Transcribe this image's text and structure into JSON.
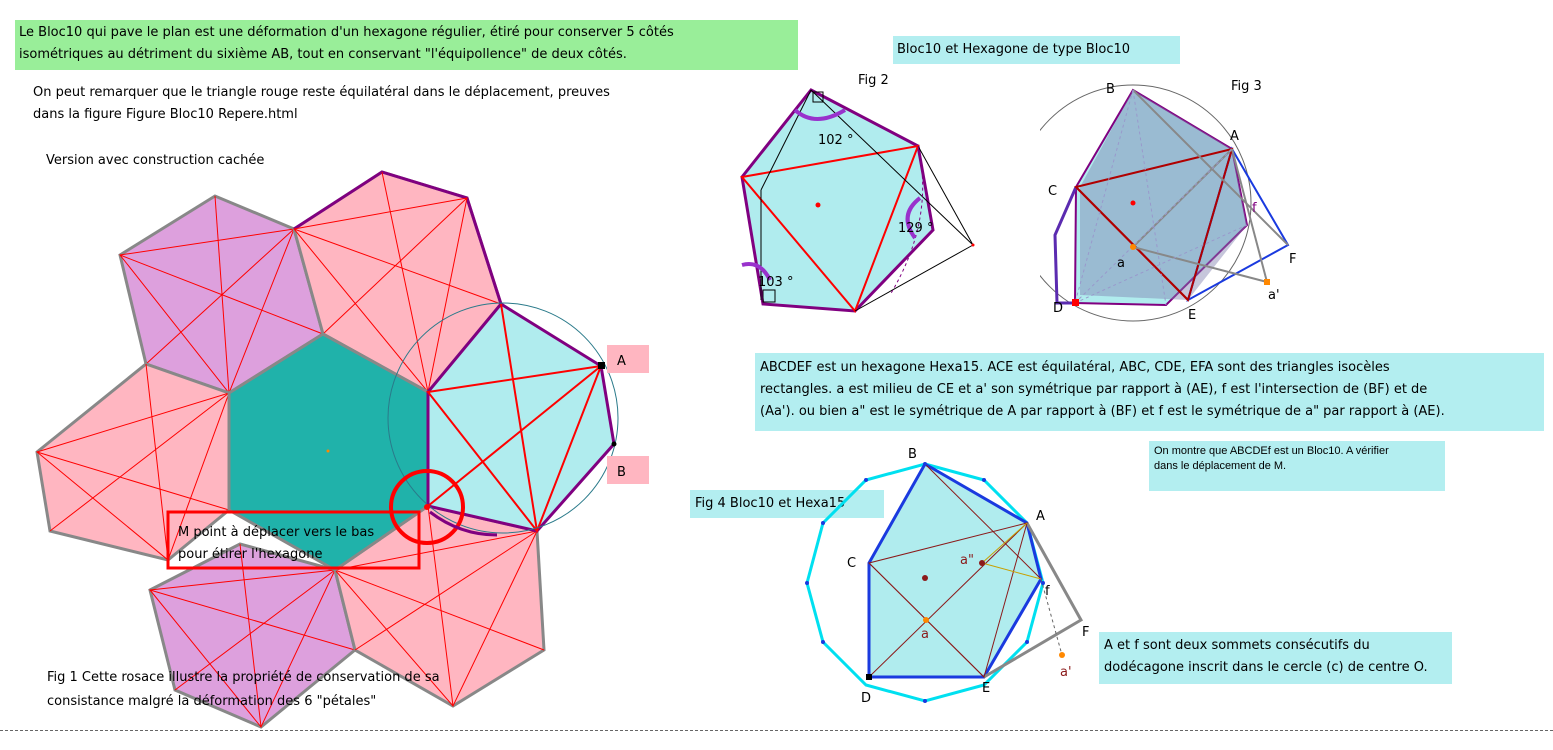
{
  "texts": {
    "intro_line1": "Le Bloc10 qui pave le plan est une déformation d'un hexagone régulier, étiré pour conserver 5 côtés",
    "intro_line2": "isométriques au détriment du sixième AB, tout en conservant \"l'équipollence\" de deux côtés.",
    "remark_line1": "On peut remarquer que le triangle rouge reste équilatéral dans le déplacement, preuves",
    "remark_line2": "dans la figure Figure Bloc10 Repere.html",
    "version": "Version avec construction cachée",
    "m_point_line1": "M point à déplacer vers le bas",
    "m_point_line2": "pour étirer l'hexagone",
    "fig1_line1": "Fig 1 Cette rosace illustre la propriété de conservation de sa",
    "fig1_line2": "consistance malgré la déformation des 6 \"pétales\"",
    "title_bloc10": "Bloc10 et Hexagone de type Bloc10",
    "fig2": "Fig 2",
    "fig3": "Fig 3",
    "hexa_desc_line1": "ABCDEF est un hexagone Hexa15. ACE est équilatéral, ABC, CDE, EFA sont des triangles isocèles",
    "hexa_desc_line2": "rectangles. a est milieu de CE et a' son symétrique par rapport à (AE), f est l'intersection de (BF) et de",
    "hexa_desc_line3": "(Aa'). ou bien a\" est le symétrique de A par rapport à (BF) et f est le symétrique de a\" par rapport à (AE).",
    "show_line1": "On montre que ABCDEf est un Bloc10. A vérifier",
    "show_line2": "dans le déplacement de M.",
    "fig4": "Fig 4 Bloc10 et Hexa15",
    "dodeca_line1": "A et f sont deux sommets consécutifs du",
    "dodeca_line2": "dodécagone inscrit dans le cercle (c) de centre O."
  },
  "labels": {
    "fig1": {
      "A": "A",
      "B": "B"
    },
    "fig2": {
      "angle1": "102 °",
      "angle2": "129 °",
      "angle3": "103 °"
    },
    "fig3": {
      "A": "A",
      "B": "B",
      "C": "C",
      "D": "D",
      "E": "E",
      "F": "F",
      "f": "f",
      "a": "a",
      "a_prime": "a'"
    },
    "fig4": {
      "A": "A",
      "B": "B",
      "C": "C",
      "D": "D",
      "E": "E",
      "F": "F",
      "f": "f",
      "a": "a",
      "a_prime": "a'",
      "a_second": "a\""
    }
  },
  "colors": {
    "pink": "#ffb6c1",
    "violet": "#dda0dd",
    "teal": "#20b2aa",
    "light_cyan": "#b0ecee",
    "purple": "#800080",
    "red": "#ff0000",
    "blue": "#1a3adf",
    "cyan_line": "#00e0f0",
    "text_green_bg": "#99ee99",
    "text_cyan_bg": "#b3eef0"
  }
}
